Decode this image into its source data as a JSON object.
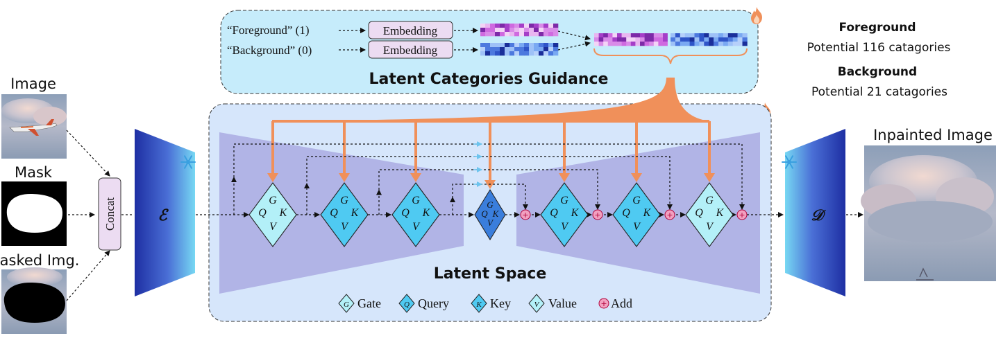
{
  "guidance": {
    "title": "Latent Categories Guidance",
    "fg_token": "“Foreground”  (1)",
    "bg_token": "“Background”  (0)",
    "embedding_label": "Embedding"
  },
  "latent": {
    "title": "Latent Space"
  },
  "inputs": {
    "image_label": "Image",
    "mask_label": "Mask",
    "masked_label": "Masked Img.",
    "concat_label": "Concat"
  },
  "encoder_symbol": "ℰ",
  "decoder_symbol": "𝒟",
  "output_label": "Inpainted Image",
  "categories": {
    "fg_title": "Foreground",
    "fg_text": "Potential 116 catagories",
    "bg_title": "Background",
    "bg_text": "Potential 21 catagories"
  },
  "block_letters": {
    "g": "G",
    "q": "Q",
    "k": "K",
    "v": "V"
  },
  "legend": {
    "gate": "Gate",
    "query": "Query",
    "key": "Key",
    "value": "Value",
    "add": "Add"
  },
  "colors": {
    "guidance_fill": "#c6ecfb",
    "latent_fill": "#d6e6fb",
    "unet_fill": "#b1b4e6",
    "orange": "#f0905a",
    "encoder_dark": "#2233aa",
    "encoder_light": "#6fd5f2"
  }
}
